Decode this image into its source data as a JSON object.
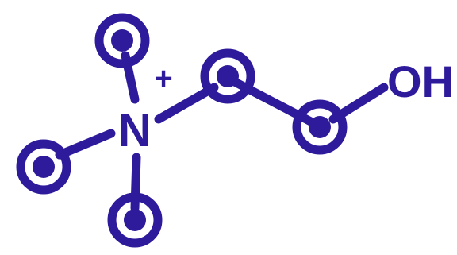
{
  "diagram": {
    "type": "structural-formula",
    "nitrogen_label": "N",
    "charge_label": "+",
    "hydroxyl_label": "OH",
    "colors": {
      "ink": "#2e1b9c",
      "background": "#ffffff"
    }
  }
}
